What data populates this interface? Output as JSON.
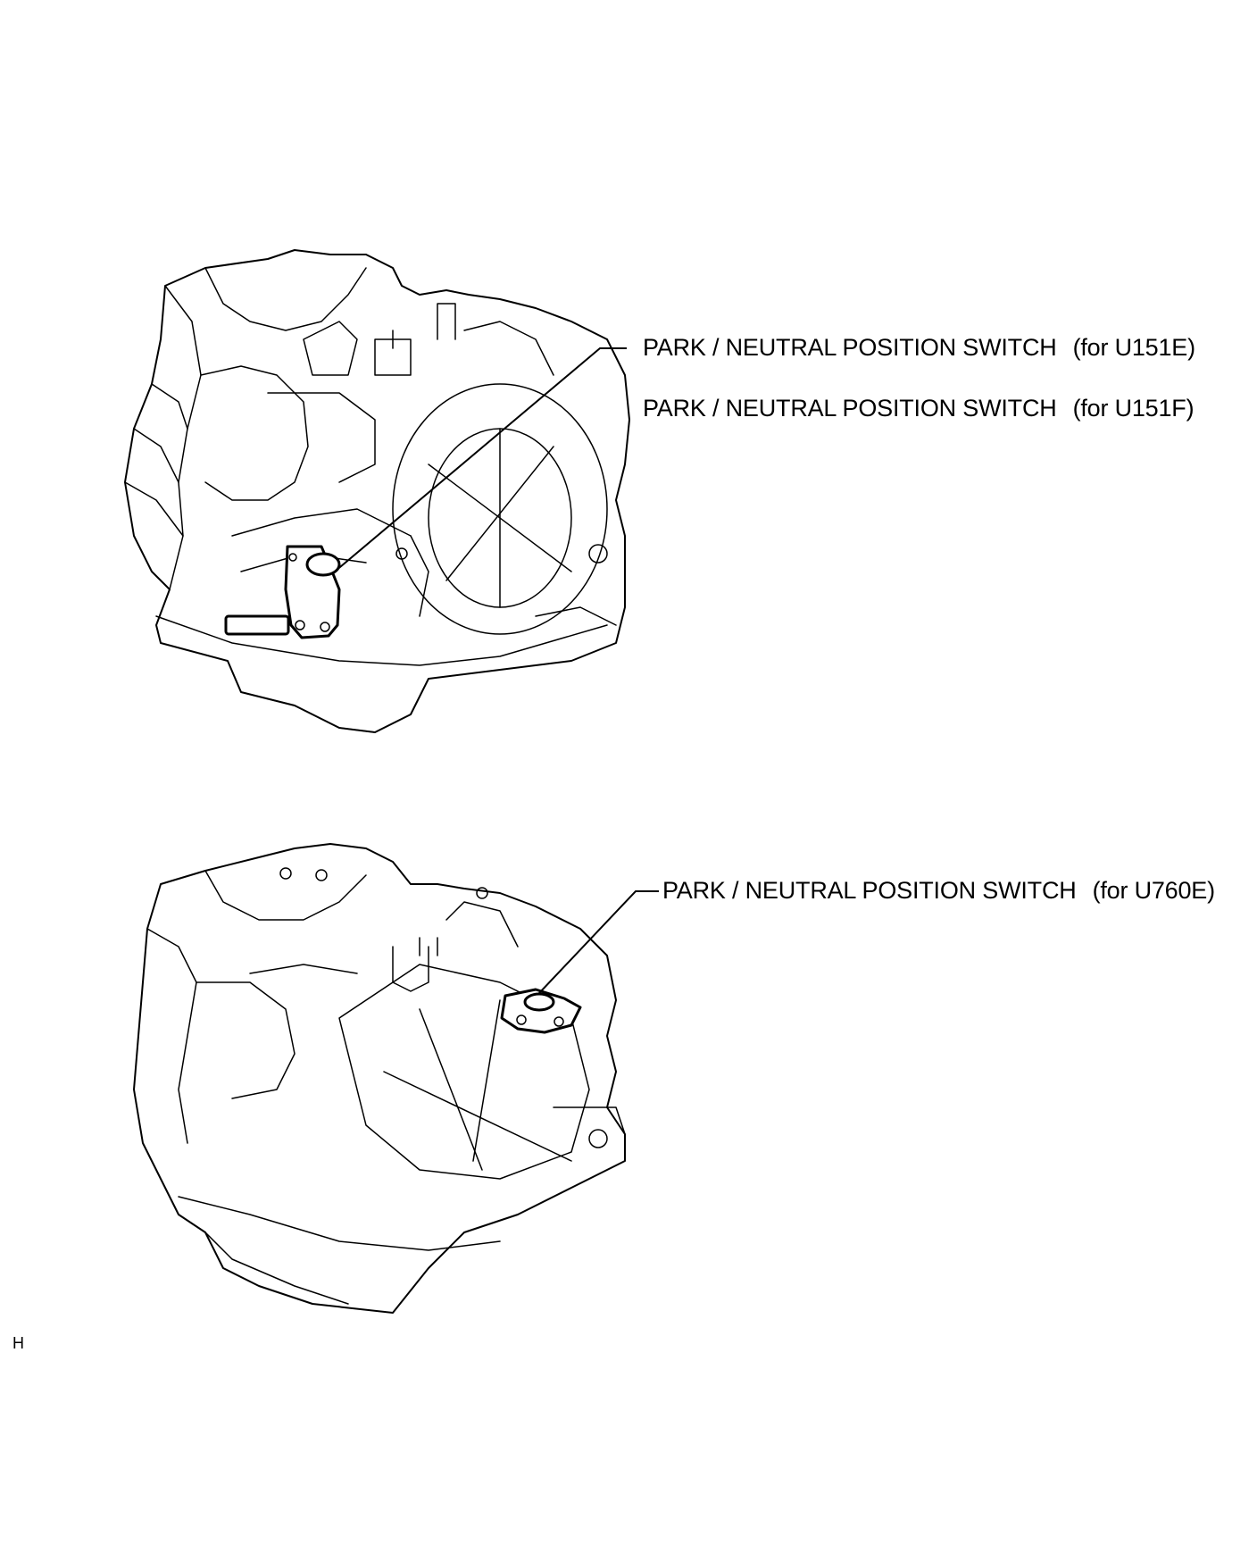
{
  "figure": {
    "top_callouts": [
      {
        "switch": "PARK / NEUTRAL POSITION SWITCH",
        "variant": "(for U151E)"
      },
      {
        "switch": "PARK / NEUTRAL POSITION SWITCH",
        "variant": "(for U151F)"
      }
    ],
    "bottom_callout": {
      "switch": "PARK / NEUTRAL POSITION SWITCH",
      "variant": "(for U760E)"
    },
    "corner_mark": "H"
  }
}
